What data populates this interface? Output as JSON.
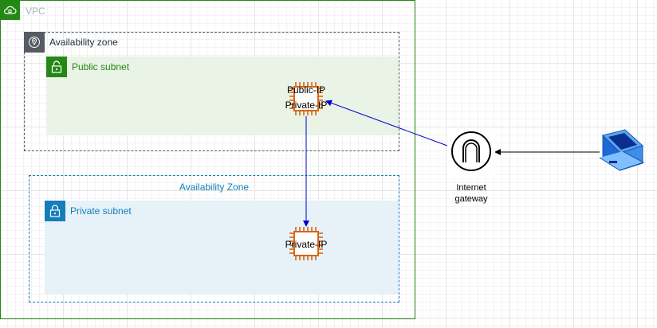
{
  "vpc": {
    "label": "VPC"
  },
  "availability_zone_1": {
    "label": "Availability zone"
  },
  "public_subnet": {
    "label": "Public subnet"
  },
  "availability_zone_2": {
    "label": "Availability Zone"
  },
  "private_subnet": {
    "label": "Private subnet"
  },
  "public_instance": {
    "line1": "Public-IP",
    "line2": "Private-IP",
    "icon": "ec2-instance-icon"
  },
  "private_instance": {
    "label": "Private-IP",
    "icon": "ec2-instance-icon"
  },
  "internet_gateway": {
    "line1": "Internet",
    "line2": "gateway",
    "icon": "internet-gateway-icon"
  },
  "client": {
    "icon": "client-computer-icon"
  },
  "colors": {
    "vpc_green": "#248814",
    "public_subnet_fill": "#e9f3e6",
    "private_subnet_fill": "#e6f2f8",
    "private_blue": "#147eba",
    "az_gray": "#545b64",
    "ec2_orange": "#d86613",
    "arrow_blue": "#0000cc"
  }
}
